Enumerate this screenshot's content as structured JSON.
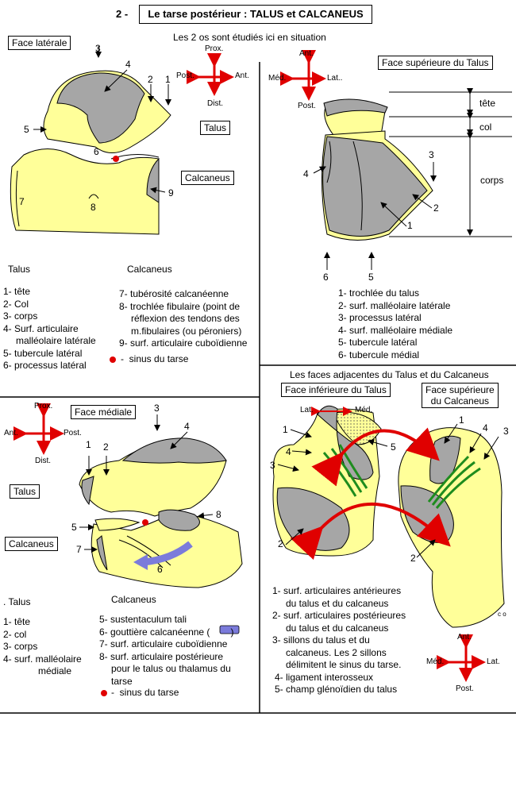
{
  "header": {
    "number": "2 -",
    "title": "Le tarse postérieur : TALUS  et  CALCANEUS",
    "subtitle": "Les 2 os sont étudiés ici en situation"
  },
  "p1": {
    "box": "Face latérale",
    "talus_tag": "Talus",
    "calc_tag": "Calcaneus",
    "compass": {
      "up": "Prox.",
      "down": "Dist.",
      "left": "Post.",
      "right": "Ant."
    },
    "nums": [
      "1",
      "2",
      "3",
      "4",
      "5",
      "6",
      "7",
      "8",
      "9"
    ],
    "talus_title": "Talus",
    "calc_title": "Calcaneus",
    "talus_items": [
      "1- tête",
      "2- Col",
      "3- corps",
      "4- Surf. articulaire",
      "malléolaire latérale",
      "5- tubercule latéral",
      "6- processus latéral"
    ],
    "calc_items": [
      "7- tubérosité calcanéenne",
      "8- trochlée fibulaire (point de",
      "réflexion des tendons des",
      "m.fibulaires (ou péroniers)",
      "9- surf. articulaire cuboïdienne"
    ],
    "sinus": "sinus du tarse"
  },
  "p2": {
    "box": "Face supérieure du Talus",
    "compass": {
      "up": "Ant.",
      "down": "Post.",
      "left": "Méd.",
      "right": "Lat.."
    },
    "dims": [
      "tête",
      "col",
      "corps"
    ],
    "nums": [
      "1",
      "2",
      "3",
      "4",
      "5",
      "6"
    ],
    "items": [
      "1- trochlée du talus",
      "2- surf. malléolaire latérale",
      "3- processus latéral",
      "4- surf. malléolaire médiale",
      "5- tubercule latéral",
      "6- tubercule médial"
    ]
  },
  "p3": {
    "box": "Face médiale",
    "talus_tag": "Talus",
    "calc_tag": "Calcaneus",
    "compass": {
      "up": "Prox.",
      "down": "Dist.",
      "left": "Ant.",
      "right": "Post."
    },
    "nums": [
      "1",
      "2",
      "3",
      "4",
      "5",
      "6",
      "7",
      "8"
    ],
    "talus_title": "Talus",
    "calc_title": "Calcaneus",
    "talus_items": [
      "1- tête",
      "2- col",
      "3- corps",
      "4- surf. malléolaire",
      "médiale"
    ],
    "calc_items": [
      "5- sustentaculum tali",
      "6- gouttière calcanéenne (",
      "7- surf. articulaire cuboïdienne",
      "8- surf. articulaire postérieure",
      "pour le talus ou thalamus du",
      "tarse"
    ],
    "paren_close": ")",
    "sinus": "sinus du tarse"
  },
  "p4": {
    "title": "Les faces adjacentes du Talus et du Calcaneus",
    "box_left": "Face inférieure du Talus",
    "box_right_1": "Face supérieure",
    "box_right_2": "du Calcaneus",
    "lat": "Lat.",
    "med": "Méd.",
    "compass": {
      "up": "Ant.",
      "down": "Post.",
      "left": "Méd.",
      "right": "Lat."
    },
    "nums": [
      "1",
      "2",
      "3",
      "4",
      "5"
    ],
    "items": [
      "1- surf. articulaires antérieures",
      "du talus et du calcaneus",
      "2- surf. articulaires postérieures",
      "du talus et du calcaneus",
      "3- sillons du talus et du",
      "calcaneus. Les 2 sillons",
      "délimitent le sinus du tarse.",
      "4- ligament interosseux",
      "5- champ glénoïdien du talus"
    ],
    "signature": "c o"
  },
  "colors": {
    "bone": "#ffff99",
    "articular": "#a6a6a6",
    "arrow_red": "#e00000",
    "arrow_blue": "#7b7bdb",
    "groove": "#1e8c1e"
  }
}
